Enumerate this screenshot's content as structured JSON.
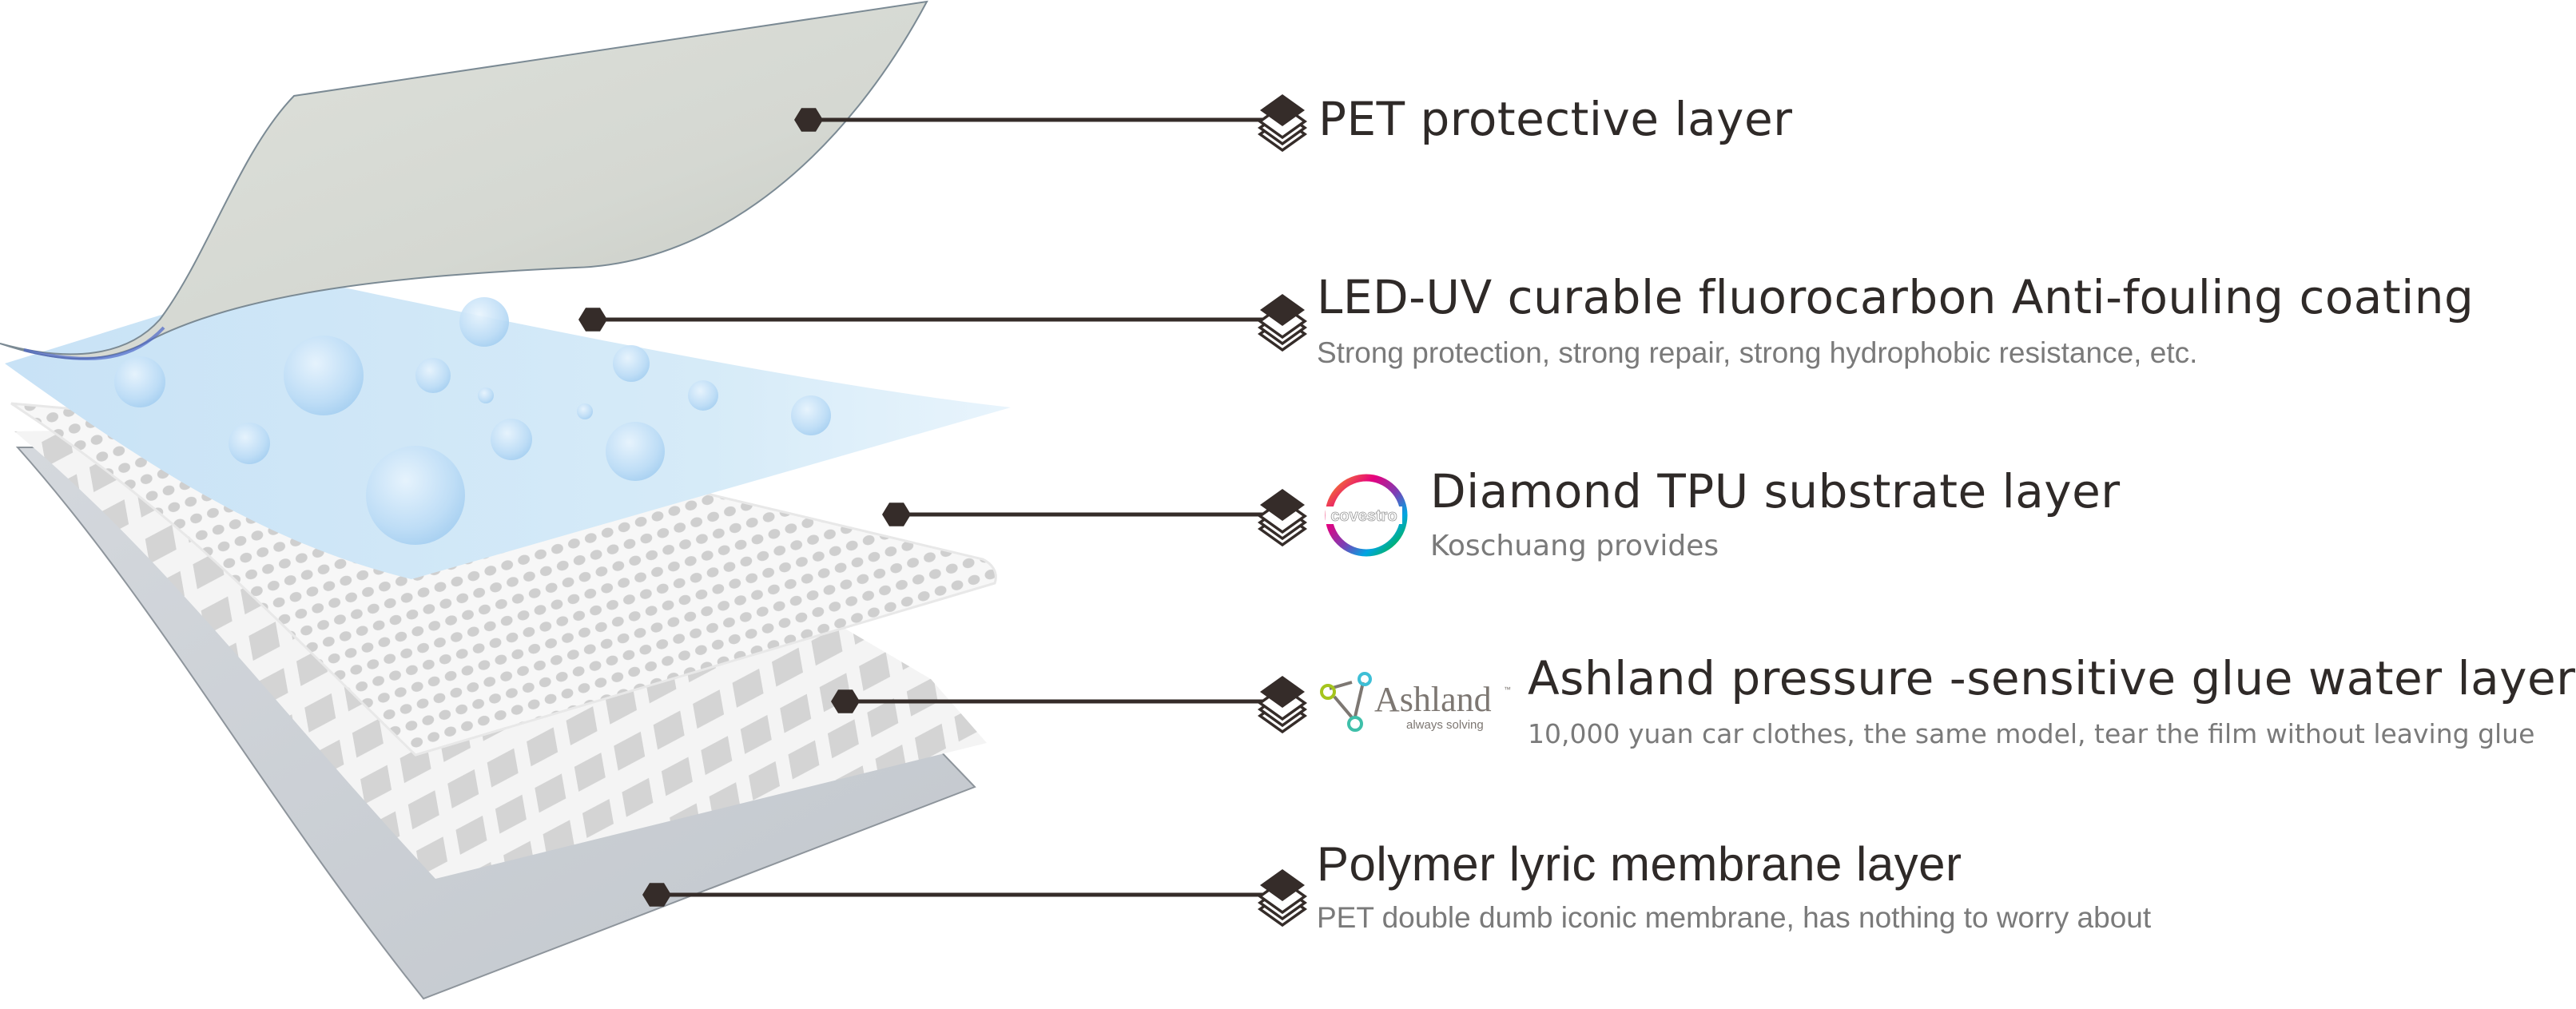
{
  "diagram": {
    "type": "exploded layer stack",
    "layers": [
      {
        "id": "pet",
        "title": "PET protective layer",
        "subtitle": "",
        "icon": "layers-stack-icon",
        "color": "#d9dcd6"
      },
      {
        "id": "coating",
        "title": "LED-UV curable fluorocarbon Anti-fouling coating",
        "subtitle": "Strong protection, strong repair, strong hydrophobic resistance, etc.",
        "icon": "layers-stack-icon",
        "color": "#cfe6f7"
      },
      {
        "id": "tpu",
        "title": "Diamond TPU substrate layer",
        "subtitle": "Koschuang provides",
        "icon": "layers-stack-icon",
        "logo": {
          "name": "covestro",
          "text": "covestro"
        },
        "color": "#f3f3f3"
      },
      {
        "id": "glue",
        "title": "Ashland pressure -sensitive glue water layer",
        "subtitle": "10,000 yuan car clothes, the same model, tear the film without leaving glue",
        "icon": "layers-stack-icon",
        "logo": {
          "name": "ashland",
          "text": "Ashland",
          "tagline": "always solving",
          "tm": "™"
        },
        "color": "#e6e6e6"
      },
      {
        "id": "polymer",
        "title": "Polymer lyric membrane layer",
        "subtitle": "PET double dumb iconic membrane, has nothing to worry about",
        "icon": "layers-stack-icon",
        "color": "#c9ced4"
      }
    ],
    "line_color": "#352c29",
    "text_color": "#2f2a28",
    "subtext_color": "#7a7a7a"
  }
}
